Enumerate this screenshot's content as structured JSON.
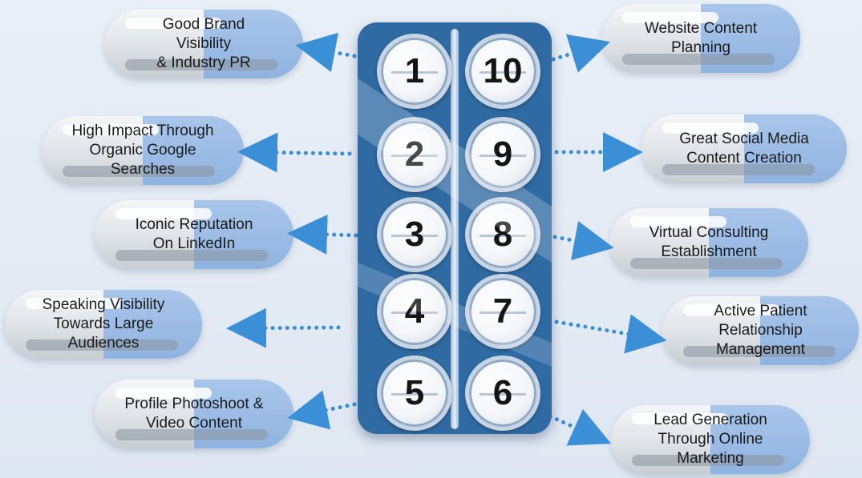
{
  "left_items": [
    {
      "label": "Good Brand\nVisibility\n& Industry PR"
    },
    {
      "label": "High Impact Through\nOrganic Google\nSearches"
    },
    {
      "label": "Iconic Reputation\nOn LinkedIn"
    },
    {
      "label": "Speaking Visibility\nTowards Large\nAudiences"
    },
    {
      "label": "Profile Photoshoot &\nVideo Content"
    }
  ],
  "right_items": [
    {
      "label": "Website Content\nPlanning"
    },
    {
      "label": "Great Social Media\nContent Creation"
    },
    {
      "label": "Virtual Consulting\nEstablishment"
    },
    {
      "label": "Active Patient\nRelationship\nManagement"
    },
    {
      "label": "Lead Generation\nThrough Online\nMarketing"
    }
  ],
  "pills_left": [
    "1",
    "2",
    "3",
    "4",
    "5"
  ],
  "pills_right": [
    "10",
    "9",
    "8",
    "7",
    "6"
  ],
  "colors": {
    "blister": "#2f6aa3",
    "arrow": "#3b8fd6",
    "capsule_blue": "#95b8e3"
  }
}
